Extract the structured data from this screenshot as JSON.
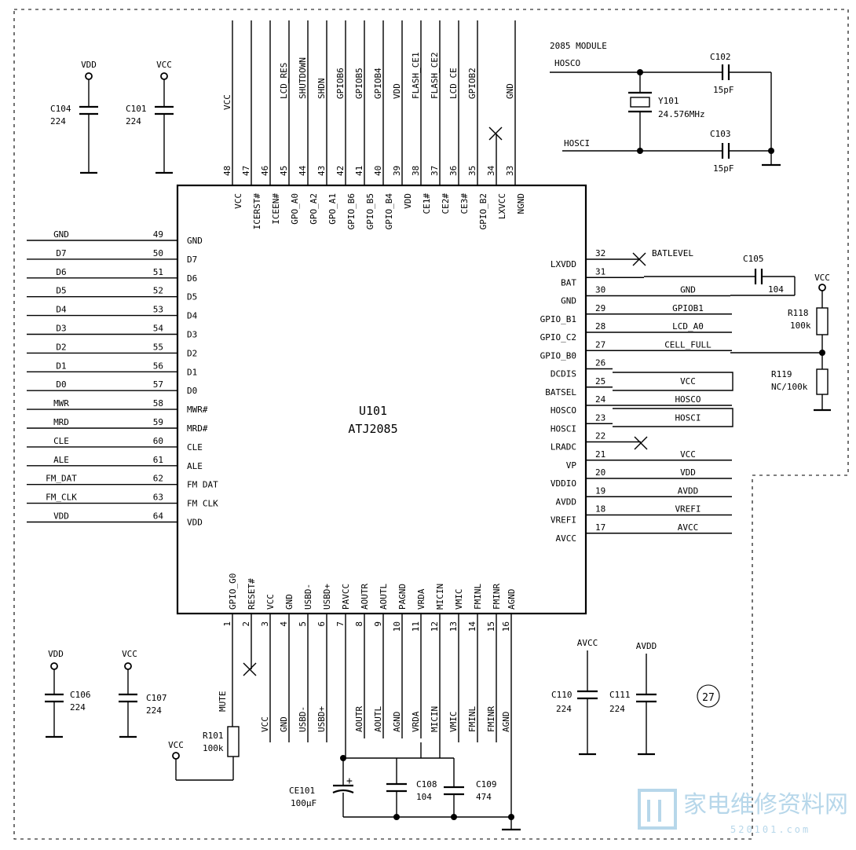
{
  "ic": {
    "ref": "U101",
    "part": "ATJ2085",
    "top_pins": [
      {
        "num": "48",
        "inner": "VCC",
        "outer": "VCC"
      },
      {
        "num": "47",
        "inner": "ICERST#",
        "outer": ""
      },
      {
        "num": "46",
        "inner": "ICEEN#",
        "outer": ""
      },
      {
        "num": "45",
        "inner": "GPO_A0",
        "outer": "LCD_RES"
      },
      {
        "num": "44",
        "inner": "GPO_A2",
        "outer": "SHUTDOWN"
      },
      {
        "num": "43",
        "inner": "GPO_A1",
        "outer": "SHDN"
      },
      {
        "num": "42",
        "inner": "GPIO_B6",
        "outer": "GPIOB6"
      },
      {
        "num": "41",
        "inner": "GPIO_B5",
        "outer": "GPIOB5"
      },
      {
        "num": "40",
        "inner": "GPIO_B4",
        "outer": "GPIOB4"
      },
      {
        "num": "39",
        "inner": "VDD",
        "outer": "VDD"
      },
      {
        "num": "38",
        "inner": "CE1#",
        "outer": "FLASH_CE1"
      },
      {
        "num": "37",
        "inner": "CE2#",
        "outer": "FLASH_CE2"
      },
      {
        "num": "36",
        "inner": "CE3#",
        "outer": "LCD CE"
      },
      {
        "num": "35",
        "inner": "GPIO_B2",
        "outer": "GPIOB2"
      },
      {
        "num": "34",
        "inner": "LXVCC",
        "outer": ""
      },
      {
        "num": "33",
        "inner": "NGND",
        "outer": "GND"
      }
    ],
    "left_pins": [
      {
        "num": "49",
        "inner": "GND",
        "outer": "GND"
      },
      {
        "num": "50",
        "inner": "D7",
        "outer": "D7"
      },
      {
        "num": "51",
        "inner": "D6",
        "outer": "D6"
      },
      {
        "num": "52",
        "inner": "D5",
        "outer": "D5"
      },
      {
        "num": "53",
        "inner": "D4",
        "outer": "D4"
      },
      {
        "num": "54",
        "inner": "D3",
        "outer": "D3"
      },
      {
        "num": "55",
        "inner": "D2",
        "outer": "D2"
      },
      {
        "num": "56",
        "inner": "D1",
        "outer": "D1"
      },
      {
        "num": "57",
        "inner": "D0",
        "outer": "D0"
      },
      {
        "num": "58",
        "inner": "MWR#",
        "outer": "MWR"
      },
      {
        "num": "59",
        "inner": "MRD#",
        "outer": "MRD"
      },
      {
        "num": "60",
        "inner": "CLE",
        "outer": "CLE"
      },
      {
        "num": "61",
        "inner": "ALE",
        "outer": "ALE"
      },
      {
        "num": "62",
        "inner": "FM DAT",
        "outer": "FM_DAT"
      },
      {
        "num": "63",
        "inner": "FM CLK",
        "outer": "FM_CLK"
      },
      {
        "num": "64",
        "inner": "VDD",
        "outer": "VDD"
      }
    ],
    "right_pins": [
      {
        "num": "32",
        "inner": "LXVDD",
        "outer": "BATLEVEL"
      },
      {
        "num": "31",
        "inner": "BAT",
        "outer": ""
      },
      {
        "num": "30",
        "inner": "GND",
        "outer": "GND"
      },
      {
        "num": "29",
        "inner": "GPIO_B1",
        "outer": "GPIOB1"
      },
      {
        "num": "28",
        "inner": "GPIO_C2",
        "outer": "LCD_A0"
      },
      {
        "num": "27",
        "inner": "GPIO_B0",
        "outer": "CELL_FULL"
      },
      {
        "num": "26",
        "inner": "DCDIS",
        "outer": ""
      },
      {
        "num": "25",
        "inner": "BATSEL",
        "outer": "VCC"
      },
      {
        "num": "24",
        "inner": "HOSCO",
        "outer": "HOSCO"
      },
      {
        "num": "23",
        "inner": "HOSCI",
        "outer": "HOSCI"
      },
      {
        "num": "22",
        "inner": "LRADC",
        "outer": ""
      },
      {
        "num": "21",
        "inner": "VP",
        "outer": "VCC"
      },
      {
        "num": "20",
        "inner": "VDDIO",
        "outer": "VDD"
      },
      {
        "num": "19",
        "inner": "AVDD",
        "outer": "AVDD"
      },
      {
        "num": "18",
        "inner": "VREFI",
        "outer": "VREFI"
      },
      {
        "num": "17",
        "inner": "AVCC",
        "outer": "AVCC"
      }
    ],
    "bottom_pins": [
      {
        "num": "1",
        "inner": "GPIO_G0",
        "outer": "MUTE"
      },
      {
        "num": "2",
        "inner": "RESET#",
        "outer": ""
      },
      {
        "num": "3",
        "inner": "VCC",
        "outer": "VCC"
      },
      {
        "num": "4",
        "inner": "GND",
        "outer": "GND"
      },
      {
        "num": "5",
        "inner": "USBD-",
        "outer": "USBD-"
      },
      {
        "num": "6",
        "inner": "USBD+",
        "outer": "USBD+"
      },
      {
        "num": "7",
        "inner": "PAVCC",
        "outer": ""
      },
      {
        "num": "8",
        "inner": "AOUTR",
        "outer": "AOUTR"
      },
      {
        "num": "9",
        "inner": "AOUTL",
        "outer": "AOUTL"
      },
      {
        "num": "10",
        "inner": "PAGND",
        "outer": "AGND"
      },
      {
        "num": "11",
        "inner": "VRDA",
        "outer": "VRDA"
      },
      {
        "num": "12",
        "inner": "MICIN",
        "outer": "MICIN"
      },
      {
        "num": "13",
        "inner": "VMIC",
        "outer": "VMIC"
      },
      {
        "num": "14",
        "inner": "FMINL",
        "outer": "FMINL"
      },
      {
        "num": "15",
        "inner": "FMINR",
        "outer": "FMINR"
      },
      {
        "num": "16",
        "inner": "AGND",
        "outer": "AGND"
      }
    ]
  },
  "module": {
    "title": "2085 MODULE",
    "hosco": "HOSCO",
    "hosci": "HOSCI",
    "c102": {
      "ref": "C102",
      "value": "15pF"
    },
    "c103": {
      "ref": "C103",
      "value": "15pF"
    },
    "y101": {
      "ref": "Y101",
      "value": "24.576MHz"
    }
  },
  "top_caps": [
    {
      "rail": "VDD",
      "ref": "C104",
      "value": "224"
    },
    {
      "rail": "VCC",
      "ref": "C101",
      "value": "224"
    }
  ],
  "bottom_caps": [
    {
      "rail": "VDD",
      "ref": "C106",
      "value": "224"
    },
    {
      "rail": "VCC",
      "ref": "C107",
      "value": "224"
    }
  ],
  "c105": {
    "ref": "C105",
    "value": "104"
  },
  "r118": {
    "rail": "VCC",
    "ref": "R118",
    "value": "100k"
  },
  "r119": {
    "ref": "R119",
    "value": "NC/100k"
  },
  "r101": {
    "rail": "VCC",
    "ref": "R101",
    "value": "100k"
  },
  "ce101": {
    "ref": "CE101",
    "value": "100µF"
  },
  "c108": {
    "ref": "C108",
    "value": "104"
  },
  "c109": {
    "ref": "C109",
    "value": "474"
  },
  "c110": {
    "rail": "AVCC",
    "ref": "C110",
    "value": "224"
  },
  "c111": {
    "rail": "AVDD",
    "ref": "C111",
    "value": "224"
  },
  "page_marker": "27",
  "watermark": {
    "main": "家电维修资料网",
    "url": "520101.com"
  }
}
